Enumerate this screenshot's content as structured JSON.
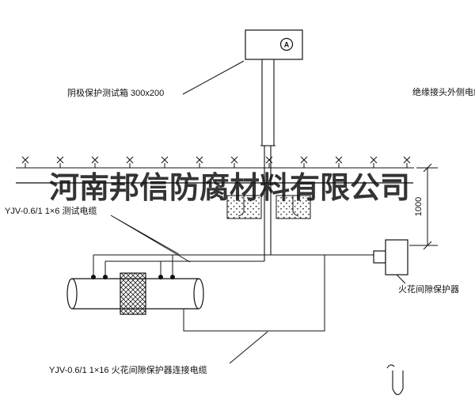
{
  "watermark": {
    "text": "河南邦信防腐材料有限公司"
  },
  "annotations": {
    "test_box_label": "阴极保护测试箱 300x200",
    "outer_cable_label": "绝缘接头外侧电缆",
    "test_cable_label": "YJV-0.6/1 1×6  测试电缆",
    "spark_gap_label": "火花间隙保护器",
    "spark_cable_label": "YJV-0.6/1 1×16  火花间隙保护器连接电缆",
    "meter_symbol": "A",
    "dimension_value": "1000"
  },
  "colors": {
    "ink": "#1a1a1a",
    "background": "#ffffff",
    "watermark": "rgba(17,17,17,0.85)"
  }
}
